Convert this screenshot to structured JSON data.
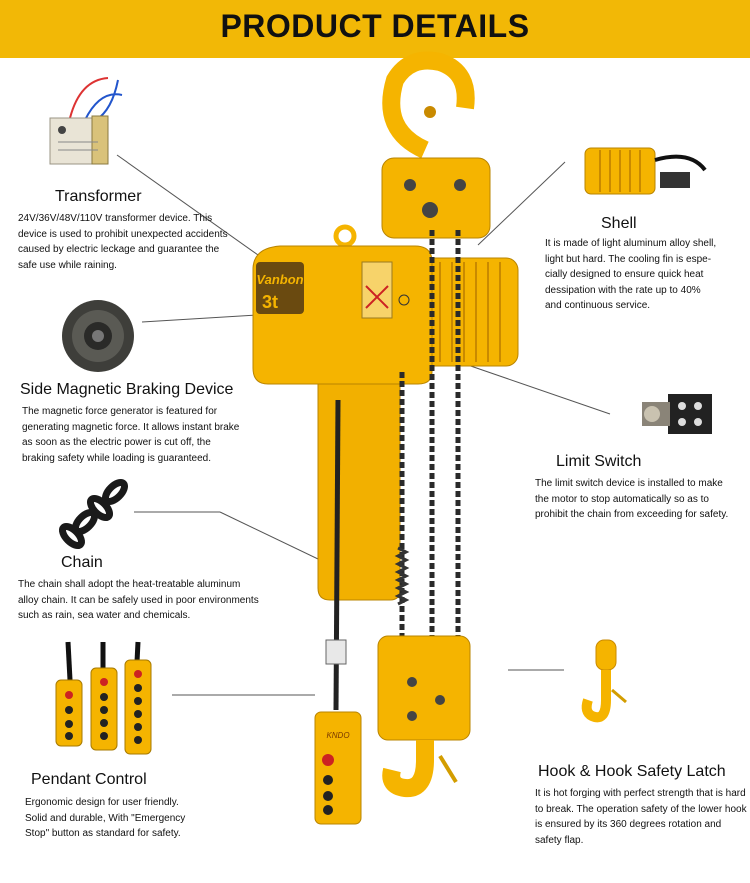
{
  "banner": {
    "title": "PRODUCT DETAILS"
  },
  "hoist": {
    "brand": "Vanbon",
    "capacity": "3t",
    "pendant_brand": "KNDO"
  },
  "features": {
    "transformer": {
      "title": "Transformer",
      "text": "24V/36V/48V/110V transformer device. This device is used to prohibit unexpected accidents caused by electric leckage and guarantee the safe use while raining."
    },
    "brake": {
      "title": "Side Magnetic Braking Device",
      "text": "The magnetic force generator is featured for generating magnetic force. It allows instant brake as soon as the electric power is cut off, the braking safety while loading is guaranteed."
    },
    "chain": {
      "title": "Chain",
      "text": "The chain shall adopt the heat-treatable aluminum alloy chain. It can be safely used in poor environments such as rain, sea water and chemicals."
    },
    "pendant": {
      "title": "Pendant Control",
      "text": "Ergonomic design for user friendly. Solid and durable, With \"Emergency Stop\" button as standard for safety."
    },
    "shell": {
      "title": "Shell",
      "text": "It is made of light aluminum alloy shell, light but hard. The cooling fin is espe-cially designed to ensure quick heat dessipation with the rate up to 40% and continuous service."
    },
    "limit": {
      "title": "Limit Switch",
      "text": "The limit switch device is installed to make the motor to stop automatically so as to prohibit the chain from exceeding for safety."
    },
    "hook": {
      "title": "Hook & Hook Safety Latch",
      "text": "It is hot forging with perfect strength that is hard to break. The operation safety of the lower hook is ensured by its 360 degrees rotation and safety flap."
    }
  },
  "colors": {
    "banner": "#f2b806",
    "hoist_yellow": "#f5b400",
    "hoist_dark": "#c98a00",
    "chain": "#2a2a2a"
  }
}
